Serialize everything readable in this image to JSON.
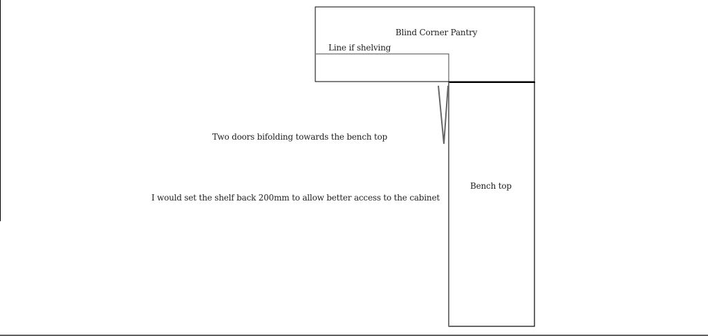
{
  "labels": {
    "pantry": "Blind Corner Pantry",
    "shelving": "Line if shelving",
    "doors": "Two doors bifolding towards the bench top",
    "shelf_note": "I would set the shelf back 200mm to allow better access to the cabinet",
    "bench": "Bench top"
  }
}
